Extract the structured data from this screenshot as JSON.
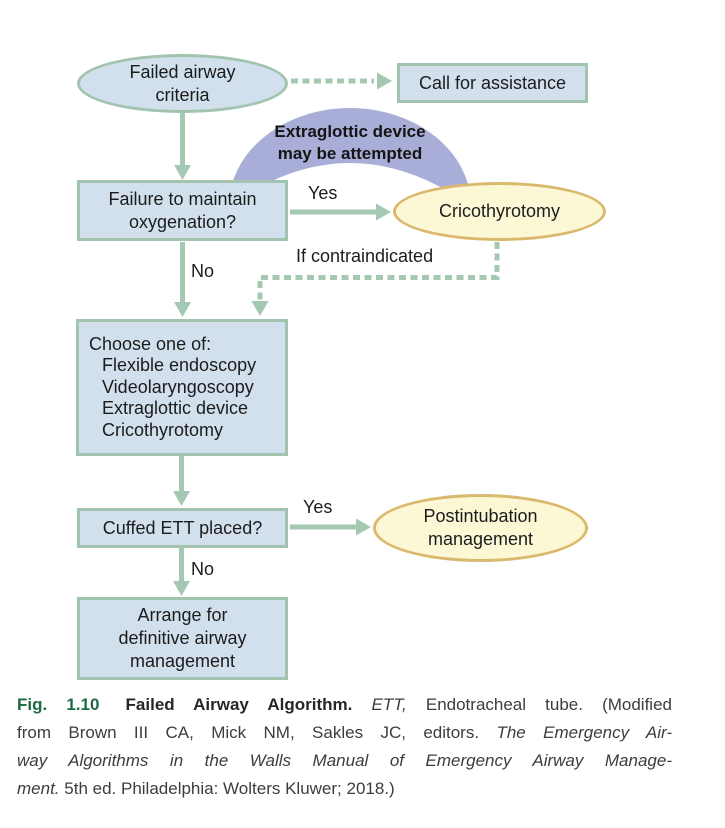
{
  "figure": {
    "nodes": {
      "failed_airway": {
        "lines": [
          "Failed airway",
          "criteria"
        ]
      },
      "call_assistance": {
        "label": "Call for assistance"
      },
      "extraglottic_note": {
        "lines": [
          "Extraglottic device",
          "may be attempted"
        ]
      },
      "failure_oxygenation": {
        "lines": [
          "Failure to maintain",
          "oxygenation?"
        ]
      },
      "cricothyrotomy": {
        "label": "Cricothyrotomy"
      },
      "choose_one": {
        "title": "Choose one of:",
        "options": [
          "Flexible endoscopy",
          "Videolaryngoscopy",
          "Extraglottic device",
          "Cricothyrotomy"
        ]
      },
      "cuffed_ett": {
        "label": "Cuffed ETT placed?"
      },
      "postintubation": {
        "lines": [
          "Postintubation",
          "management"
        ]
      },
      "arrange_definitive": {
        "lines": [
          "Arrange for",
          "definitive airway",
          "management"
        ]
      }
    },
    "edge_labels": {
      "yes_crico": "Yes",
      "no_oxygenation": "No",
      "if_contraindicated": "If contraindicated",
      "yes_ett": "Yes",
      "no_ett": "No"
    },
    "colors": {
      "node_fill_blue": "#d2e0ee",
      "node_border_green": "#a2c4ae",
      "arrow_green": "#a4c8b1",
      "arc_purple": "#a9aed8",
      "ellipse_yellow_fill": "#fcf8d5",
      "ellipse_yellow_border": "#dab96f",
      "caption_fig_green": "#1e6b42"
    }
  },
  "caption": {
    "line1": {
      "fig": "Fig. 1.10",
      "bold": "Failed Airway Algorithm.",
      "italic": "ETT,",
      "rest": "Endotracheal tube. (Modified"
    },
    "line2": {
      "normal": "from Brown III CA, Mick NM, Sakles JC, editors.",
      "italic": "The Emergency Air-"
    },
    "line3": {
      "italic": "way Algorithms in the Walls Manual of Emergency Airway Manage-"
    },
    "line4": {
      "italic": "ment.",
      "rest": "5th ed. Philadelphia: Wolters Kluwer; 2018.)"
    }
  }
}
